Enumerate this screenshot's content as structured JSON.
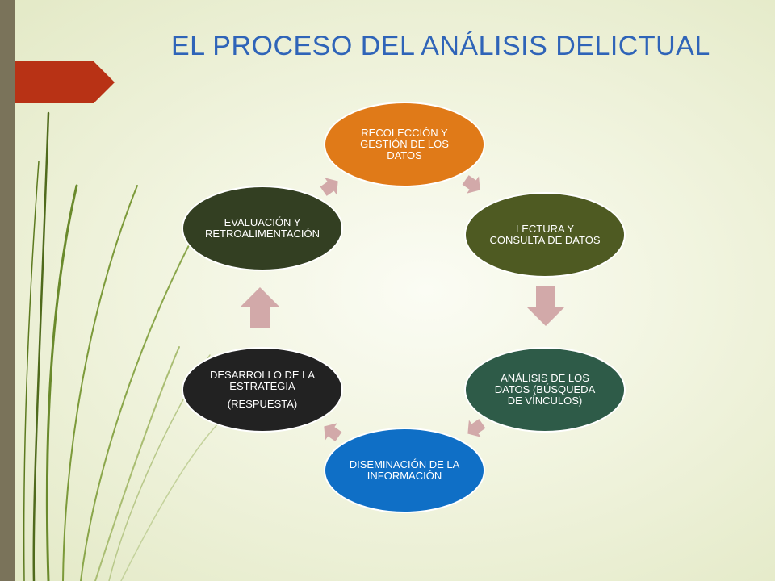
{
  "slide": {
    "title": "EL PROCESO DEL ANÁLISIS DELICTUAL"
  },
  "cycle": {
    "nodes": [
      {
        "label": "RECOLECCIÓN Y GESTIÓN DE LOS DATOS",
        "color": "#e07a18"
      },
      {
        "label": "LECTURA Y CONSULTA DE DATOS",
        "color": "#4e5a22"
      },
      {
        "label": "ANÁLISIS DE LOS DATOS (BÚSQUEDA DE VÍNCULOS)",
        "color": "#2e5b48"
      },
      {
        "label": "DISEMINACIÓN DE LA INFORMACIÓN",
        "color": "#0f6fc6"
      },
      {
        "label": "DESARROLLO DE LA ESTRATEGIA",
        "sublabel": "(RESPUESTA)",
        "color": "#222222"
      },
      {
        "label": "EVALUACIÓN Y RETROALIMENTACIÓN",
        "color": "#333f22"
      }
    ],
    "arrow_color": "#d2a9a9"
  },
  "theme": {
    "accent_bar": "#7a735a",
    "tab_color": "#b83215",
    "grass_color": "#5c7a1f"
  }
}
